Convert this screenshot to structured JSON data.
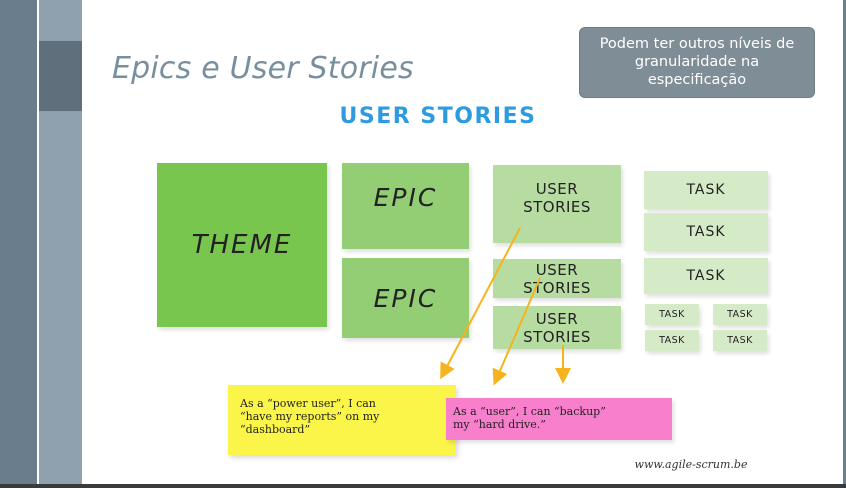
{
  "slide": {
    "title": "Epics e User Stories",
    "subtitle": "USER STORIES",
    "callout": {
      "lines": [
        "Podem ter outros níveis de",
        "granularidade na",
        "especificação"
      ]
    },
    "hierarchy": {
      "theme": "THEME",
      "epics": [
        "EPIC",
        "EPIC"
      ],
      "stories": [
        [
          "USER",
          "STORIES"
        ],
        [
          "USER",
          "STORIES"
        ],
        [
          "USER",
          "STORIES"
        ]
      ],
      "tasks": [
        "TASK",
        "TASK",
        "TASK"
      ],
      "small_tasks": [
        "TASK",
        "TASK",
        "TASK",
        "TASK"
      ]
    },
    "story_examples": {
      "yellow": [
        "As a “power user”, I can",
        "“have my reports” on my",
        "“dashboard”"
      ],
      "pink": [
        "As a “user”, I can “backup”",
        "my “hard drive.”"
      ]
    },
    "website": "www.agile-scrum.be",
    "colors": {
      "theme": "#79c64f",
      "epic": "#93cd74",
      "story": "#b7dca2",
      "task": "#d5ebc7",
      "subtitle": "#2e9be0",
      "title": "#788f9e",
      "arrow": "#f5b41e",
      "note_yellow": "#fbf54a",
      "note_pink": "#f77fcc"
    }
  }
}
